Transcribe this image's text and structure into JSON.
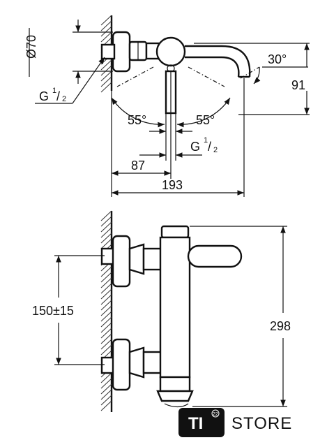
{
  "top_view": {
    "diameter": "Ø70",
    "thread_left": {
      "base": "G",
      "sup": "1",
      "sub": "2"
    },
    "angle_spout": "30°",
    "height": "91",
    "angle_left": "55°",
    "angle_right": "55°",
    "thread_bottom": {
      "base": "G",
      "sup": "1",
      "sub": "2"
    },
    "dist_center": "87",
    "total_depth": "193"
  },
  "side_view": {
    "spacing": "150±15",
    "total_height": "298"
  },
  "logo": {
    "mark": "TI",
    "superscript": "22",
    "word": "STORE"
  }
}
